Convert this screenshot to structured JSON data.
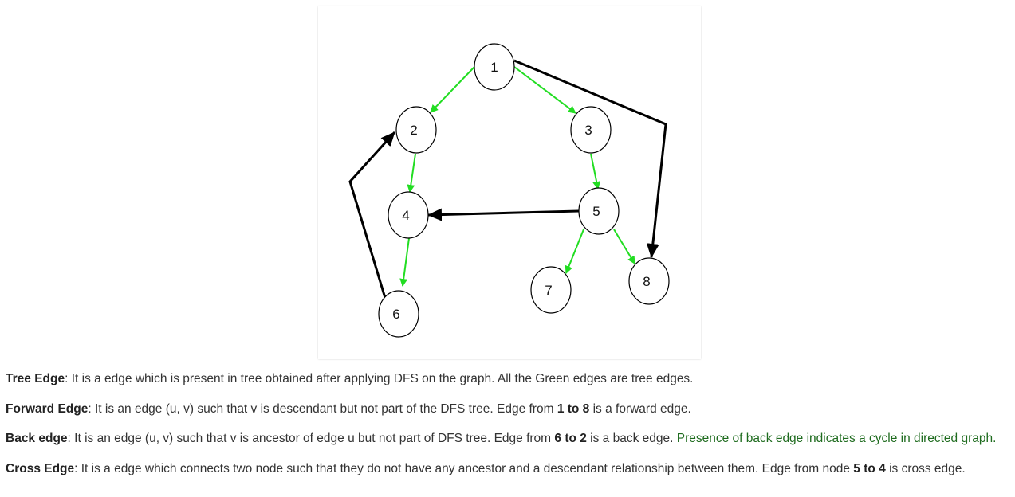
{
  "diagram": {
    "nodes": [
      {
        "id": "n1",
        "label": "1"
      },
      {
        "id": "n2",
        "label": "2"
      },
      {
        "id": "n3",
        "label": "3"
      },
      {
        "id": "n4",
        "label": "4"
      },
      {
        "id": "n5",
        "label": "5"
      },
      {
        "id": "n6",
        "label": "6"
      },
      {
        "id": "n7",
        "label": "7"
      },
      {
        "id": "n8",
        "label": "8"
      }
    ],
    "edges": [
      {
        "from": "1",
        "to": "2",
        "type": "tree",
        "color": "#22dd22"
      },
      {
        "from": "1",
        "to": "3",
        "type": "tree",
        "color": "#22dd22"
      },
      {
        "from": "2",
        "to": "4",
        "type": "tree",
        "color": "#22dd22"
      },
      {
        "from": "3",
        "to": "5",
        "type": "tree",
        "color": "#22dd22"
      },
      {
        "from": "4",
        "to": "6",
        "type": "tree",
        "color": "#22dd22"
      },
      {
        "from": "5",
        "to": "7",
        "type": "tree",
        "color": "#22dd22"
      },
      {
        "from": "5",
        "to": "8",
        "type": "tree",
        "color": "#22dd22"
      },
      {
        "from": "1",
        "to": "8",
        "type": "forward",
        "color": "#000000"
      },
      {
        "from": "6",
        "to": "2",
        "type": "back",
        "color": "#000000"
      },
      {
        "from": "5",
        "to": "4",
        "type": "cross",
        "color": "#000000"
      }
    ]
  },
  "paragraphs": {
    "tree": {
      "term": "Tree Edge",
      "text": ": It is a edge which is present in tree obtained after applying DFS on the graph. All the Green edges are tree edges."
    },
    "forward": {
      "term": "Forward Edge",
      "text1": ": It is an edge (u, v) such that v is descendant but not part of the DFS tree. Edge from ",
      "bold": "1 to 8",
      "text2": " is a forward edge."
    },
    "back": {
      "term": "Back edge",
      "text1": ": It is an edge (u, v) such that v is ancestor of edge u but not part of DFS tree. Edge from ",
      "bold": "6 to 2",
      "text2": " is a back edge. ",
      "highlight": "Presence of back edge indicates a cycle in directed graph."
    },
    "cross": {
      "term": "Cross Edge",
      "text1": ": It is a edge which connects two node such that they do not have any ancestor and a descendant relationship between them. Edge from node ",
      "bold": "5 to 4",
      "text2": " is cross edge."
    }
  },
  "colors": {
    "tree_edge": "#22dd22",
    "non_tree_edge": "#000000",
    "highlight_text": "#1e6b1e"
  }
}
